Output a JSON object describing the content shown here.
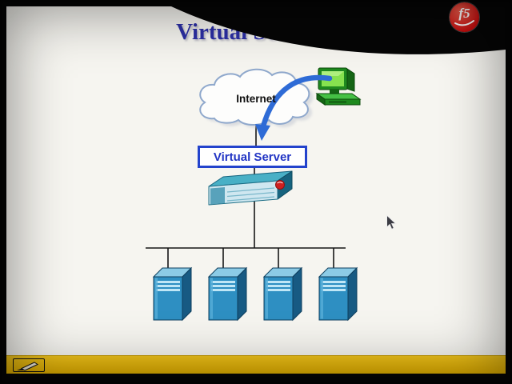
{
  "slide": {
    "title": "Virtual Servers"
  },
  "brand": {
    "logo_text": "f5"
  },
  "diagram": {
    "internet_label": "Internet",
    "virtual_server_label": "Virtual Server",
    "server_count": 4
  },
  "icons": {
    "cloud": "internet-cloud",
    "computer": "client-workstation",
    "arrow": "client-request-arrow",
    "appliance": "bigip-load-balancer",
    "server": "server-tower",
    "pen_tool": "pencil",
    "cursor": "mouse-pointer"
  },
  "colors": {
    "title_blue": "#2c2fa6",
    "virtual_server_blue": "#2134c4",
    "arrow_blue": "#2e6bd6",
    "f5_red": "#c60f0f",
    "toolbar_yellow": "#eebd05",
    "server_blue": "#2e8fc2",
    "appliance_teal": "#49b0c6",
    "computer_green": "#2fa32f"
  }
}
